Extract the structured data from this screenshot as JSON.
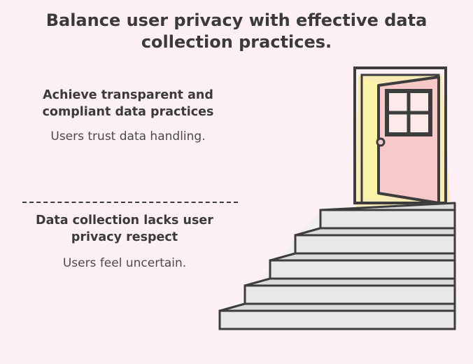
{
  "title": "Balance user privacy with effective data collection practices.",
  "goal": {
    "heading": "Achieve transparent and compliant data practices",
    "description": "Users trust data handling."
  },
  "current": {
    "heading": "Data collection lacks user privacy respect",
    "description": "Users feel uncertain."
  },
  "colors": {
    "background": "#fdf0f4",
    "door": "#f8c9c9",
    "door_glow": "#fbf3a8",
    "stairs": "#e6e6e6",
    "outline": "#3d3d3d"
  },
  "icons": [
    "open-door-icon",
    "staircase-icon"
  ]
}
